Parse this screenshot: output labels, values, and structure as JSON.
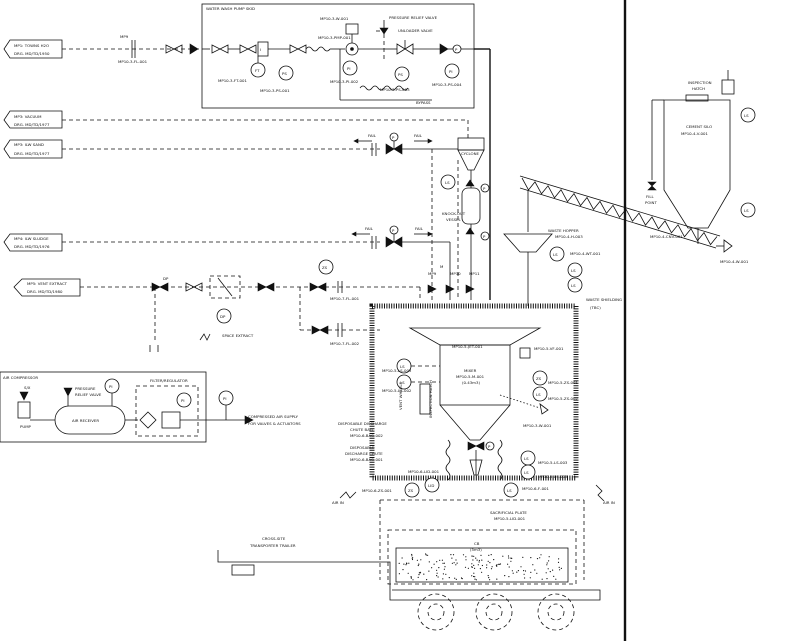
{
  "skid_title": "WATER WASH PUMP SKID",
  "offpage": {
    "town_h2o": {
      "line1": "MP1: TOWNS H2O",
      "line2": "DRG. MD/TD/1950"
    },
    "vacuum": {
      "line1": "MP3: VACUUM",
      "line2": "DRG. MD/TD/1977"
    },
    "ilw_sand": {
      "line1": "MP3: ILW SAND",
      "line2": "DRG. MD/TD/1977"
    },
    "ilw_sludge": {
      "line1": "MP4: ILW SLUDGE",
      "line2": "DRG. MD/TD/1976"
    },
    "vent_extract": {
      "line1": "MP5: VENT EXTRACT",
      "line2": "DRG. MD/TD/1980"
    }
  },
  "tags": {
    "fl001": "MP10-3-FL-001",
    "ft001": "MP10-3-FT-001",
    "ps001": "MP10-3-PS-001",
    "pmp001": "MP10-3-PMP-001",
    "w001": "MP10-3-W-001",
    "pi002": "MP10-3-PI-002",
    "ps003": "MP10-3-PS-003",
    "ps004": "MP10-3-PS-004",
    "fl002": "MP10-7-FL-001",
    "fl003": "MP10-7-FL-002",
    "jet": "MP10-5-JET-001",
    "vf": "MP10-5-VF-001",
    "ls003": "MP10-5-LS-003",
    "ls002": "MP10-5-LS-002",
    "zs001": "MP10-5-ZS-001",
    "zs002": "MP10-5-ZS-002",
    "mixer": "MP10-5-M-001",
    "lid": "MP10-6-LID-001",
    "zs003": "MP10-6-ZS-001",
    "bag": "MP10-6-BAG-002",
    "bag2": "MP10-6-BAG-001",
    "ls005": "MP10-5-LS-003",
    "ls006": "MP10-5-LS-003",
    "f007": "MP10-6-F-001",
    "lid2": "MP10-5-LID-001",
    "conv": "MP10-4-CNV-001",
    "hopper_tag": "MP10-4-H-003",
    "wt": "MP10-4-WT-001",
    "silo_tag": "MP10-4-V-001",
    "silo_valve": "MP10-4-W-001",
    "mp9": "MP9",
    "mp10": "MP10",
    "mp11": "MP11"
  },
  "labels": {
    "pressure_relief": "PRESSURE RELIEF VALVE",
    "unloader": "UNLOADER VALVE",
    "bypass": "BYPASS",
    "fail1": "FAIL",
    "fail2": "FAIL",
    "fail3": "FAIL",
    "fail4": "FAIL",
    "cyclone": "CYCLONE",
    "knockout": "KNOCK-OUT",
    "vessel": "VESSEL",
    "space_extract": "SPACE EXTRACT",
    "waste_hopper": "WASTE HOPPER",
    "waste_shielding": "WASTE SHIELDING",
    "tbc": "(TBC)",
    "inspection_hatch": "INSPECTION",
    "hatch": "HATCH",
    "cement_silo": "CEMENT SILO",
    "fill_point1": "FILL",
    "fill_point2": "POINT",
    "mixer": "MIXER",
    "mixer_vol": "(0.43m3)",
    "vent_bag": "VENT WHEELS",
    "inspect_hatch2": "INSPECTION HATCH",
    "disposable_chute_bag1": "DISPOSABLE DISCHARGE",
    "disposable_chute_bag2": "CHUTE BAG",
    "disposable_chute1": "DISPOSABLE",
    "disposable_chute2": "DISCHARGE CHUTE",
    "sacrificial_plate": "SACRIFICIAL PLATE",
    "air_in1": "AIR IN",
    "air_in2": "AIR IN",
    "cross_site1": "CROSS-SITE",
    "cross_site2": "TRANSPORTER TRAILER",
    "cb": "CB",
    "cb_vol": "(5m3)",
    "air_compressor": "AIR COMPRESSOR",
    "filter_regulator": "FILTER/REGULATOR",
    "pressure_relief2a": "PRESSURE",
    "pressure_relief2b": "RELIEF VALVE",
    "air_receiver": "AIR RECEIVER",
    "pump": "PUMP",
    "compressed_air1": "COMPRESSED AIR SUPPLY",
    "compressed_air2": "FOR VALVES & ACTUATORS",
    "sx": "S/X"
  },
  "instruments": {
    "ft": "FT",
    "ps": "PS",
    "pi": "PI",
    "ps2": "PS",
    "ls": "LS",
    "ls2": "LS",
    "ls3": "LS",
    "zs": "ZS",
    "dp": "DP",
    "zs2": "ZS",
    "ls4": "LS",
    "ls5": "LS",
    "zs3": "ZS",
    "zs4": "ZS",
    "ls6": "LS",
    "ls7": "LS",
    "ls8": "LS",
    "zs5": "ZS",
    "lid": "LID",
    "ls9": "LS",
    "ls10": "LS",
    "ls11": "LS",
    "ls12": "LS",
    "pi2": "PI",
    "pi3": "PI",
    "pi4": "PI"
  }
}
